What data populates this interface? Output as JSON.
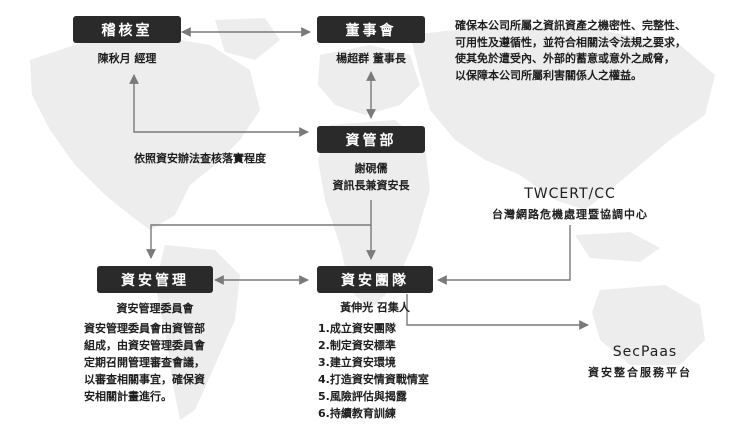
{
  "audit": {
    "box_label": "稽核室",
    "person": "陳秋月 經理"
  },
  "board": {
    "box_label": "董事會",
    "person": "楊超群 董事長"
  },
  "mission": {
    "lines": [
      "確保本公司所屬之資訊資產之機密性、完整性、",
      "可用性及遵循性，並符合相關法令法規之要求，",
      "使其免於遭受內、外部的蓄意或意外之威脅，",
      "以保障本公司所屬利害關係人之權益。"
    ]
  },
  "audit_note": "依照資安辦法查核落實程度",
  "it_dept": {
    "box_label": "資管部",
    "person": "謝硯儒",
    "title": "資訊長兼資安長"
  },
  "twcert": {
    "name": "TWCERT/CC",
    "full_name": "台灣網路危機處理暨協調中心"
  },
  "sec_mgmt": {
    "box_label": "資安管理",
    "subtitle": "資安管理委員會",
    "desc": [
      "資安管理委員會由資管部",
      "組成，由資安管理委員會",
      "定期召開管理審查會議，",
      "以審查相關事宜，確保資",
      "安相關計畫進行。"
    ]
  },
  "sec_team": {
    "box_label": "資安團隊",
    "convener": "黃伸光 召集人",
    "tasks": [
      "1.成立資安團隊",
      "2.制定資安標準",
      "3.建立資安環境",
      "4.打造資安情資戰情室",
      "5.風險評估與揭露",
      "6.持續教育訓練"
    ]
  },
  "secpaas": {
    "name": "SecPaas",
    "full_name": "資安整合服務平台"
  },
  "colors": {
    "box_bg": "#2a2a2a",
    "map": "#ededed",
    "arrow": "#7a7a7a"
  }
}
